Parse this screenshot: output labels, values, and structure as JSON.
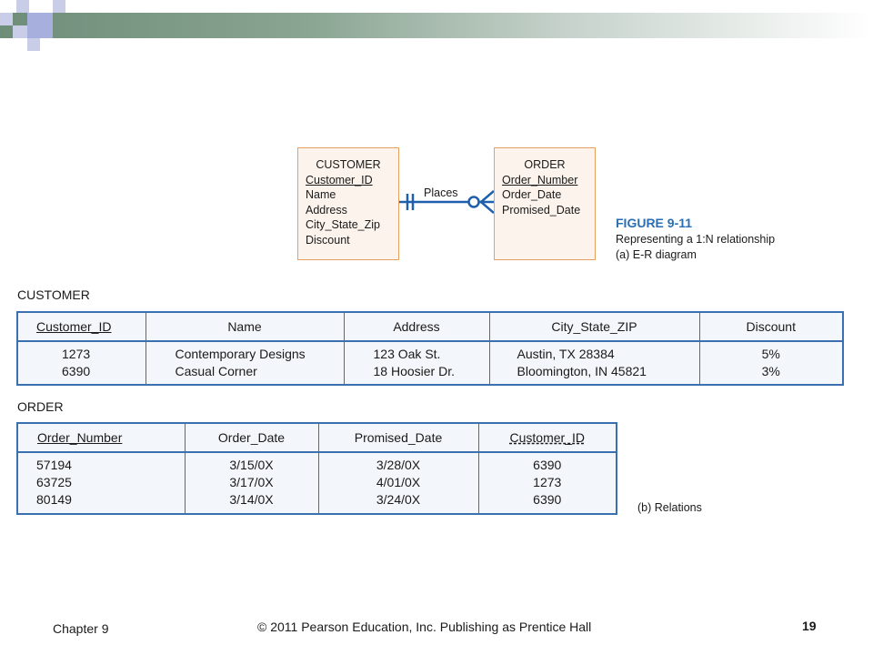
{
  "er": {
    "customer": {
      "title": "CUSTOMER",
      "key": "Customer_ID",
      "attrs": [
        "Name",
        "Address",
        "City_State_Zip",
        "Discount"
      ]
    },
    "order": {
      "title": "ORDER",
      "key": "Order_Number",
      "attrs": [
        "Order_Date",
        "Promised_Date"
      ]
    },
    "relationship_label": "Places"
  },
  "figure": {
    "number": "FIGURE 9-11",
    "caption": "Representing a 1:N relationship",
    "sub": "(a) E-R diagram"
  },
  "customer_table": {
    "name": "CUSTOMER",
    "columns": [
      "Customer_ID",
      "Name",
      "Address",
      "City_State_ZIP",
      "Discount"
    ],
    "rows": [
      [
        "1273",
        "Contemporary Designs",
        "123 Oak St.",
        "Austin, TX 28384",
        "5%"
      ],
      [
        "6390",
        "Casual Corner",
        "18 Hoosier Dr.",
        "Bloomington, IN 45821",
        "3%"
      ]
    ]
  },
  "order_table": {
    "name": "ORDER",
    "columns": [
      "Order_Number",
      "Order_Date",
      "Promised_Date",
      "Customer_ID"
    ],
    "rows": [
      [
        "57194",
        "3/15/0X",
        "3/28/0X",
        "6390"
      ],
      [
        "63725",
        "3/17/0X",
        "4/01/0X",
        "1273"
      ],
      [
        "80149",
        "3/14/0X",
        "3/24/0X",
        "6390"
      ]
    ]
  },
  "relations_caption": "(b) Relations",
  "footer": {
    "chapter": "Chapter 9",
    "copyright": "© 2011 Pearson Education, Inc. Publishing as Prentice Hall",
    "page": "19"
  }
}
